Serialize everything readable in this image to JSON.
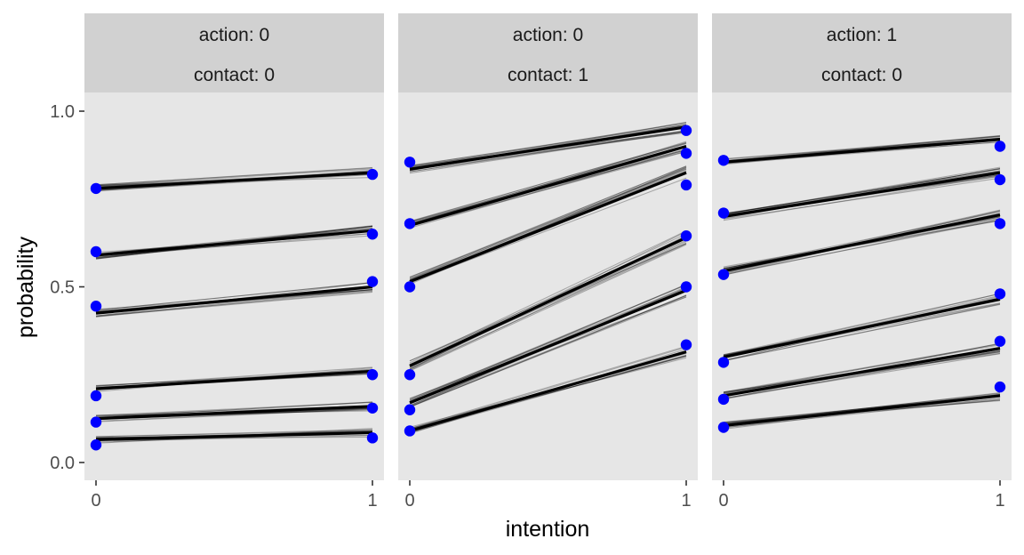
{
  "chart_data": {
    "type": "line",
    "xlabel": "intention",
    "ylabel": "probability",
    "ylim": [
      0,
      1.05
    ],
    "x_ticks": [
      "0",
      "1"
    ],
    "y_ticks": [
      "0.0",
      "0.5",
      "1.0"
    ],
    "y_tick_values": [
      0.0,
      0.5,
      1.0
    ],
    "x": [
      0,
      1
    ],
    "colors": {
      "points": "#0000ff",
      "lines": "#000000",
      "panel": "#e6e6e6",
      "strip": "#d1d1d1"
    },
    "facets": [
      {
        "strip_top": "action: 0",
        "strip_bottom": "contact: 0",
        "points": [
          [
            0.05,
            0.07
          ],
          [
            0.115,
            0.155
          ],
          [
            0.19,
            0.25
          ],
          [
            0.445,
            0.515
          ],
          [
            0.6,
            0.65
          ],
          [
            0.78,
            0.82
          ]
        ],
        "lines": [
          [
            0.065,
            0.085
          ],
          [
            0.125,
            0.16
          ],
          [
            0.21,
            0.26
          ],
          [
            0.425,
            0.5
          ],
          [
            0.59,
            0.66
          ],
          [
            0.78,
            0.825
          ]
        ]
      },
      {
        "strip_top": "action: 0",
        "strip_bottom": "contact: 1",
        "points": [
          [
            0.09,
            0.335
          ],
          [
            0.15,
            0.5
          ],
          [
            0.25,
            0.645
          ],
          [
            0.5,
            0.79
          ],
          [
            0.68,
            0.88
          ],
          [
            0.855,
            0.945
          ]
        ],
        "lines": [
          [
            0.09,
            0.315
          ],
          [
            0.17,
            0.49
          ],
          [
            0.275,
            0.64
          ],
          [
            0.515,
            0.825
          ],
          [
            0.675,
            0.9
          ],
          [
            0.835,
            0.955
          ]
        ]
      },
      {
        "strip_top": "action: 1",
        "strip_bottom": "contact: 0",
        "points": [
          [
            0.1,
            0.215
          ],
          [
            0.18,
            0.345
          ],
          [
            0.285,
            0.48
          ],
          [
            0.535,
            0.68
          ],
          [
            0.71,
            0.805
          ],
          [
            0.86,
            0.9
          ]
        ],
        "lines": [
          [
            0.105,
            0.19
          ],
          [
            0.19,
            0.325
          ],
          [
            0.3,
            0.465
          ],
          [
            0.545,
            0.705
          ],
          [
            0.7,
            0.825
          ],
          [
            0.855,
            0.92
          ]
        ]
      }
    ]
  }
}
